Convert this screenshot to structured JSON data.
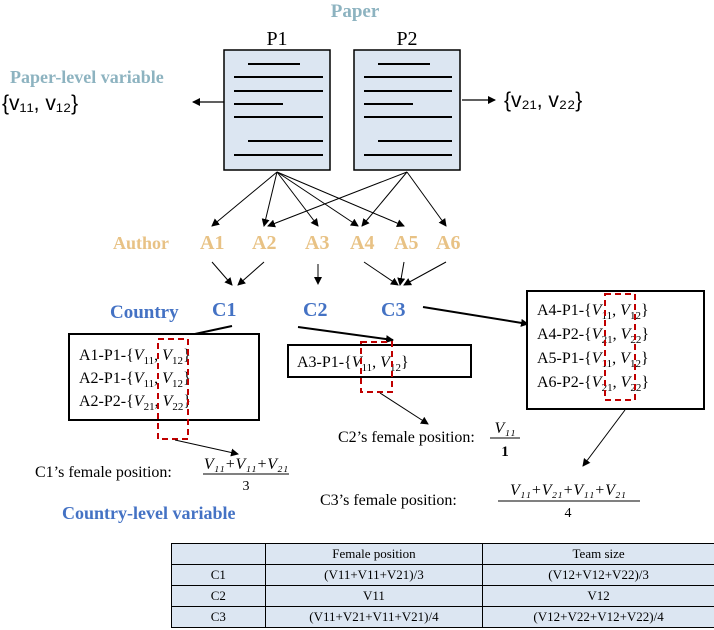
{
  "paper_label": "Paper",
  "papers": [
    {
      "id": "P1",
      "vars": "{v₁₁, v₁₂}"
    },
    {
      "id": "P2",
      "vars": "{v₂₁, v₂₂}"
    }
  ],
  "paper_level_label": "Paper-level variable",
  "author_label": "Author",
  "authors": [
    "A1",
    "A2",
    "A3",
    "A4",
    "A5",
    "A6"
  ],
  "country_label": "Country",
  "countries": [
    "C1",
    "C2",
    "C3"
  ],
  "country_boxes": {
    "c1": [
      {
        "prefix": "A1-P1-{",
        "a": "V",
        "a_sub": "11",
        "b": "V",
        "b_sub": "12"
      },
      {
        "prefix": "A2-P1-{",
        "a": "V",
        "a_sub": "11",
        "b": "V",
        "b_sub": "12"
      },
      {
        "prefix": "A2-P2-{",
        "a": "V",
        "a_sub": "21",
        "b": "V",
        "b_sub": "22"
      }
    ],
    "c2": [
      {
        "prefix": "A3-P1-{",
        "a": "V",
        "a_sub": "11",
        "b": "V",
        "b_sub": "12"
      }
    ],
    "c3": [
      {
        "prefix": "A4-P1-{",
        "a": "V",
        "a_sub": "11",
        "b": "V",
        "b_sub": "12"
      },
      {
        "prefix": "A4-P2-{",
        "a": "V",
        "a_sub": "21",
        "b": "V",
        "b_sub": "22"
      },
      {
        "prefix": "A5-P1-{",
        "a": "V",
        "a_sub": "11",
        "b": "V",
        "b_sub": "12"
      },
      {
        "prefix": "A6-P2-{",
        "a": "V",
        "a_sub": "21",
        "b": "V",
        "b_sub": "22"
      }
    ]
  },
  "formulas": {
    "c1": {
      "label": "C1’s female position:",
      "numerator": "V₁₁+V₁₁+V₂₁",
      "denominator": "3"
    },
    "c2": {
      "label": "C2’s female position:",
      "numerator": "V₁₁",
      "denominator": "1"
    },
    "c3": {
      "label": "C3’s female position:",
      "numerator": "V₁₁+V₂₁+V₁₁+V₂₁",
      "denominator": "4"
    }
  },
  "country_level_label": "Country-level variable",
  "table": {
    "headers": [
      "",
      "Female position",
      "Team size"
    ],
    "rows": [
      [
        "C1",
        "(V11+V11+V21)/3",
        "(V12+V12+V22)/3"
      ],
      [
        "C2",
        "V11",
        "V12"
      ],
      [
        "C3",
        "(V11+V21+V11+V21)/4",
        "(V12+V22+V12+V22)/4"
      ]
    ]
  },
  "colors": {
    "paper_label": "#8DB3C0",
    "author": "#E8C285",
    "country": "#4472C4",
    "paper_fill": "#DCE6F2",
    "highlight": "#C00000"
  }
}
